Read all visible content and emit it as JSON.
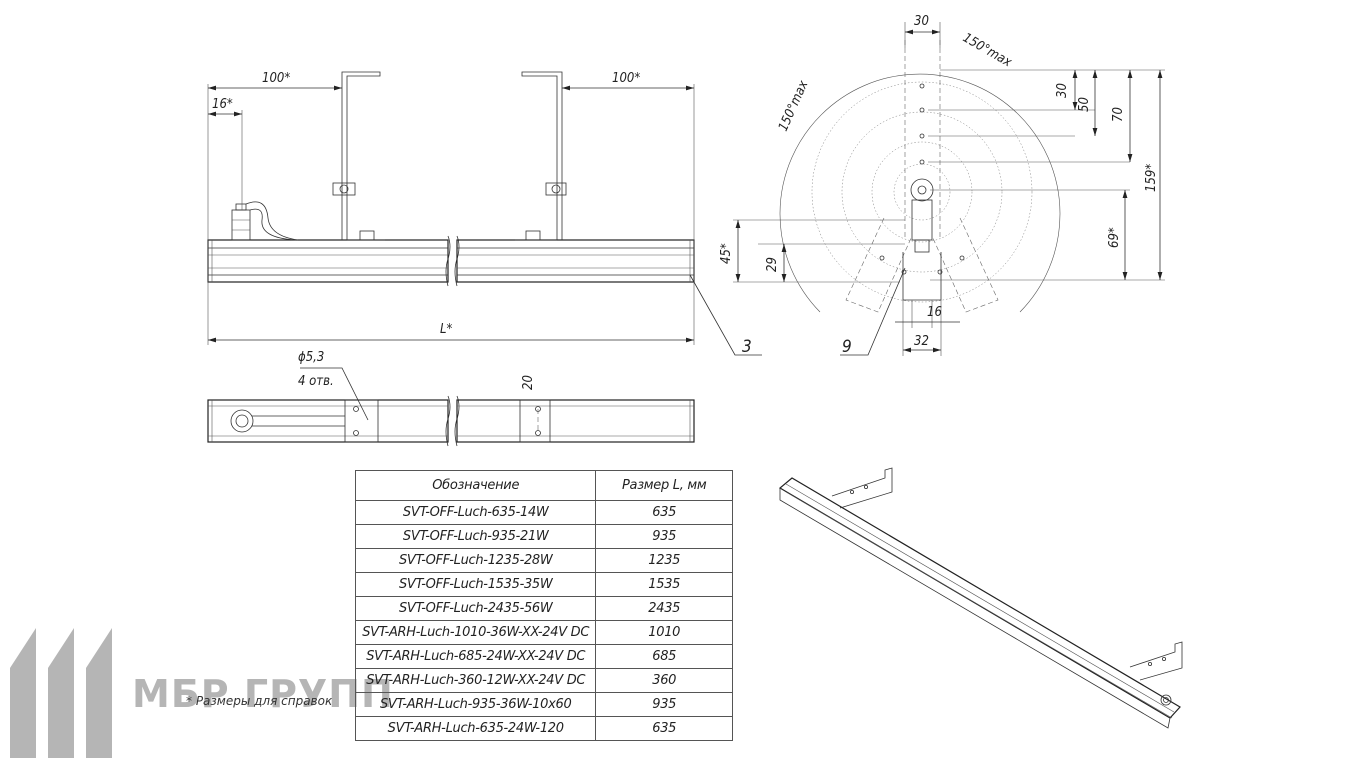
{
  "dimensions": {
    "side_left_100": "100*",
    "side_right_100": "100*",
    "side_16": "16*",
    "side_L": "L*",
    "leader_3": "3",
    "top_hole_dia": "ϕ5,3",
    "top_hole_count": "4 отв.",
    "top_20": "20",
    "end_30_top": "30",
    "end_150_right": "150°max",
    "end_150_left": "150°max",
    "end_30_side": "30",
    "end_50": "50",
    "end_70": "70",
    "end_159": "159*",
    "end_69": "69*",
    "end_45": "45*",
    "end_29": "29",
    "end_16": "16",
    "end_32": "32",
    "leader_9": "9"
  },
  "table": {
    "header": {
      "designation": "Обозначение",
      "size": "Размер L, мм"
    },
    "rows": [
      {
        "designation": "SVT-OFF-Luch-635-14W",
        "size": "635"
      },
      {
        "designation": "SVT-OFF-Luch-935-21W",
        "size": "935"
      },
      {
        "designation": "SVT-OFF-Luch-1235-28W",
        "size": "1235"
      },
      {
        "designation": "SVT-OFF-Luch-1535-35W",
        "size": "1535"
      },
      {
        "designation": "SVT-OFF-Luch-2435-56W",
        "size": "2435"
      },
      {
        "designation": "SVT-ARH-Luch-1010-36W-XX-24V DC",
        "size": "1010"
      },
      {
        "designation": "SVT-ARH-Luch-685-24W-XX-24V DC",
        "size": "685"
      },
      {
        "designation": "SVT-ARH-Luch-360-12W-XX-24V DC",
        "size": "360"
      },
      {
        "designation": "SVT-ARH-Luch-935-36W-10x60",
        "size": "935"
      },
      {
        "designation": "SVT-ARH-Luch-635-24W-120",
        "size": "635"
      }
    ]
  },
  "footnote": "* Размеры для справок",
  "brand": "МБР ГРУПП",
  "colors": {
    "line": "#333333",
    "logo": "#b5b5b5"
  }
}
